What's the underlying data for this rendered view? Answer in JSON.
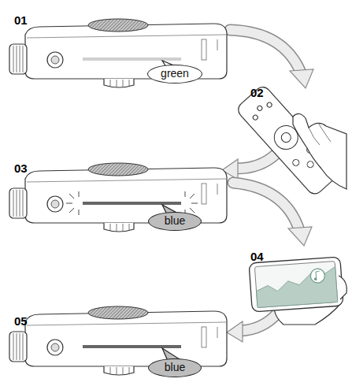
{
  "diagram": {
    "nodes": [
      {
        "text": [
          "green"
        ]
      },
      {
        "text": [
          "blue"
        ]
      },
      {
        "text": [
          "blue"
        ]
      }
    ],
    "labels": [
      "01",
      "02",
      "03",
      "04",
      "05"
    ]
  }
}
